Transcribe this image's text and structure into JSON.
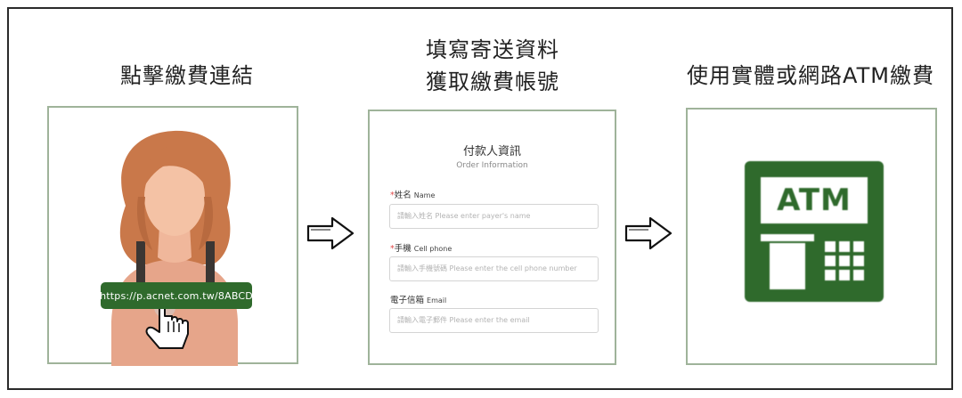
{
  "steps": [
    {
      "title_lines": [
        "點擊繳費連結"
      ]
    },
    {
      "title_lines": [
        "填寫寄送資料",
        "獲取繳費帳號"
      ]
    },
    {
      "title_lines": [
        "使用實體或網路ATM繳費"
      ]
    }
  ],
  "panel1": {
    "link_text": "https://p.acnet.com.tw/8ABCD"
  },
  "panel2": {
    "form_title": "付款人資訊",
    "form_subtitle": "Order Information",
    "fields": [
      {
        "required_mark": "*",
        "label": "姓名",
        "label_en": "Name",
        "placeholder": "請輸入姓名 Please enter payer's name"
      },
      {
        "required_mark": "*",
        "label": "手機",
        "label_en": "Cell phone",
        "placeholder": "請輸入手機號碼 Please enter the cell phone number"
      },
      {
        "required_mark": "",
        "label": "電子信箱",
        "label_en": "Email",
        "placeholder": "請輸入電子郵件 Please enter the email"
      }
    ]
  },
  "panel3": {
    "atm_label": "ATM",
    "icon": "atm-machine-icon",
    "color": "#2f6a2c"
  },
  "colors": {
    "panel_border": "#9fb39a",
    "brand_green": "#2f6a2c",
    "required": "#e04848"
  }
}
